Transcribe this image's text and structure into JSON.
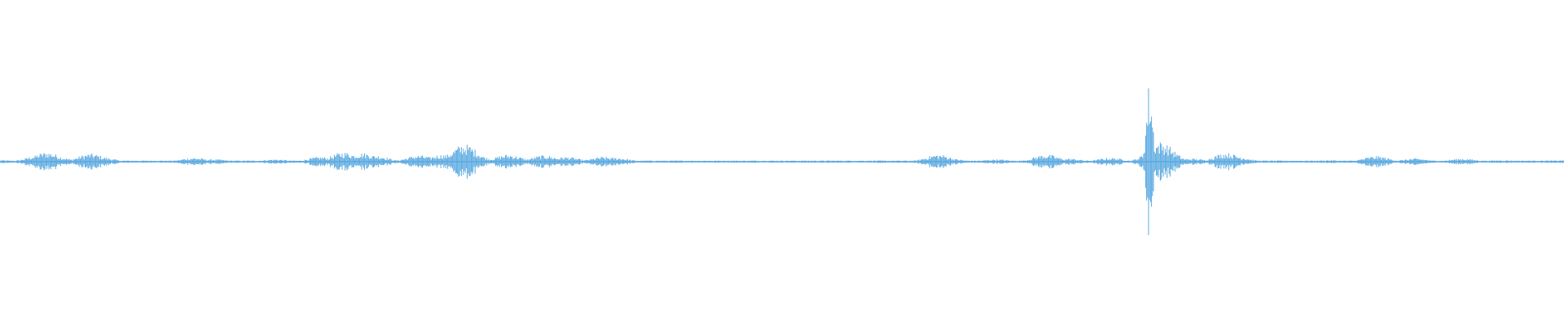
{
  "waveform": {
    "color": "#5aa9e0",
    "peaks": [
      {
        "x": 0.0,
        "amp": 0.02
      },
      {
        "x": 0.025,
        "amp": 0.08
      },
      {
        "x": 0.03,
        "amp": 0.12
      },
      {
        "x": 0.035,
        "amp": 0.07
      },
      {
        "x": 0.058,
        "amp": 0.1
      },
      {
        "x": 0.064,
        "amp": 0.06
      },
      {
        "x": 0.124,
        "amp": 0.05
      },
      {
        "x": 0.137,
        "amp": 0.03
      },
      {
        "x": 0.176,
        "amp": 0.03
      },
      {
        "x": 0.205,
        "amp": 0.06
      },
      {
        "x": 0.22,
        "amp": 0.12
      },
      {
        "x": 0.232,
        "amp": 0.11
      },
      {
        "x": 0.24,
        "amp": 0.08
      },
      {
        "x": 0.268,
        "amp": 0.08
      },
      {
        "x": 0.283,
        "amp": 0.09
      },
      {
        "x": 0.297,
        "amp": 0.22
      },
      {
        "x": 0.305,
        "amp": 0.07
      },
      {
        "x": 0.325,
        "amp": 0.09
      },
      {
        "x": 0.348,
        "amp": 0.08
      },
      {
        "x": 0.362,
        "amp": 0.06
      },
      {
        "x": 0.386,
        "amp": 0.06
      },
      {
        "x": 0.394,
        "amp": 0.05
      },
      {
        "x": 0.6,
        "amp": 0.09
      },
      {
        "x": 0.607,
        "amp": 0.04
      },
      {
        "x": 0.637,
        "amp": 0.03
      },
      {
        "x": 0.669,
        "amp": 0.09
      },
      {
        "x": 0.683,
        "amp": 0.04
      },
      {
        "x": 0.71,
        "amp": 0.05
      },
      {
        "x": 0.735,
        "amp": 1.0
      },
      {
        "x": 0.742,
        "amp": 0.25
      },
      {
        "x": 0.762,
        "amp": 0.04
      },
      {
        "x": 0.784,
        "amp": 0.11
      },
      {
        "x": 0.79,
        "amp": 0.07
      },
      {
        "x": 0.85,
        "amp": 0.02
      },
      {
        "x": 0.88,
        "amp": 0.07
      },
      {
        "x": 0.905,
        "amp": 0.04
      },
      {
        "x": 0.935,
        "amp": 0.04
      },
      {
        "x": 0.96,
        "amp": 0.02
      },
      {
        "x": 1.0,
        "amp": 0.02
      }
    ]
  }
}
